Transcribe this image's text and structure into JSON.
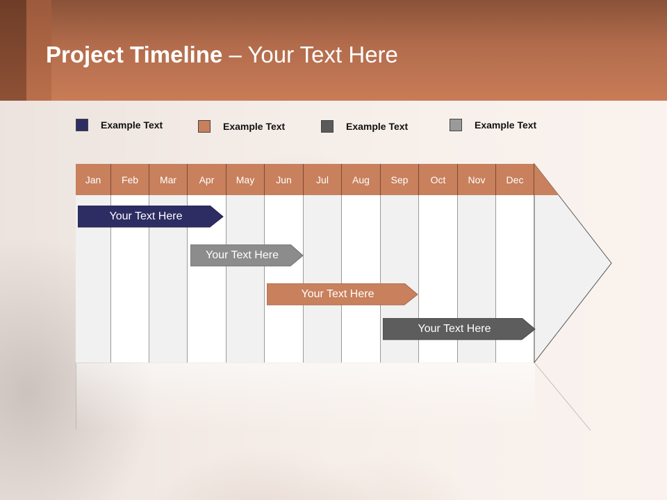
{
  "slide": {
    "title_bold": "Project Timeline",
    "title_rest": " – Your Text Here"
  },
  "legend": [
    {
      "label": "Example Text",
      "color": "#2e2d63"
    },
    {
      "label": "Example Text",
      "color": "#c8805d"
    },
    {
      "label": "Example Text",
      "color": "#5a5a5a"
    },
    {
      "label": "Example Text",
      "color": "#9a9a9a"
    }
  ],
  "months": [
    "Jan",
    "Feb",
    "Mar",
    "Apr",
    "May",
    "Jun",
    "Jul",
    "Aug",
    "Sep",
    "Oct",
    "Nov",
    "Dec"
  ],
  "tasks": [
    {
      "label": "Your  Text Here",
      "color": "#2e2d63"
    },
    {
      "label": "Your  Text Here",
      "color": "#8c8c8c"
    },
    {
      "label": "Your  Text Here",
      "color": "#c8805d"
    },
    {
      "label": "Your  Text Here",
      "color": "#5d5d5d"
    }
  ],
  "colors": {
    "header": "#b26c4c",
    "month_header": "#c8805d"
  }
}
